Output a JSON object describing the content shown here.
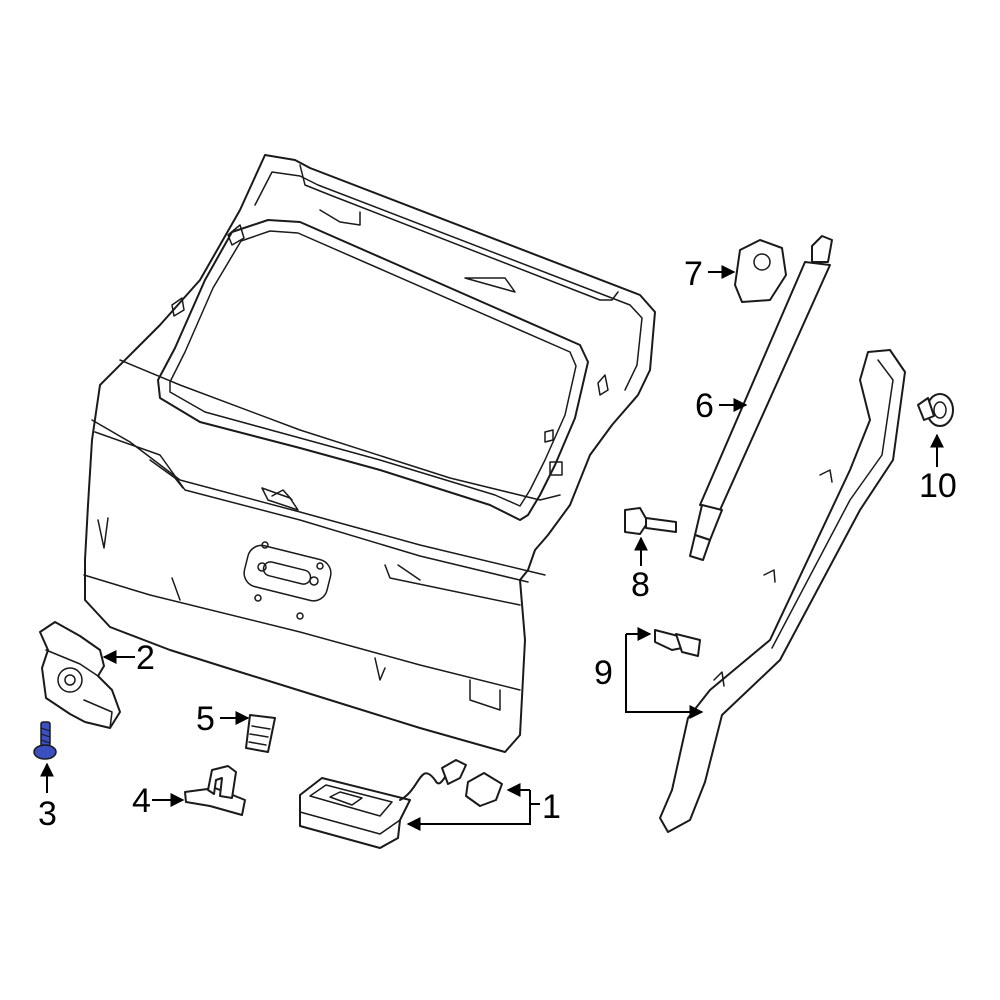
{
  "diagram": {
    "accent_color": "#3b4fbf",
    "highlighted_callout": "3",
    "callouts": [
      {
        "id": "1",
        "text": "1"
      },
      {
        "id": "2",
        "text": "2"
      },
      {
        "id": "3",
        "text": "3"
      },
      {
        "id": "4",
        "text": "4"
      },
      {
        "id": "5",
        "text": "5"
      },
      {
        "id": "6",
        "text": "6"
      },
      {
        "id": "7",
        "text": "7"
      },
      {
        "id": "8",
        "text": "8"
      },
      {
        "id": "9",
        "text": "9"
      },
      {
        "id": "10",
        "text": "10"
      }
    ]
  }
}
